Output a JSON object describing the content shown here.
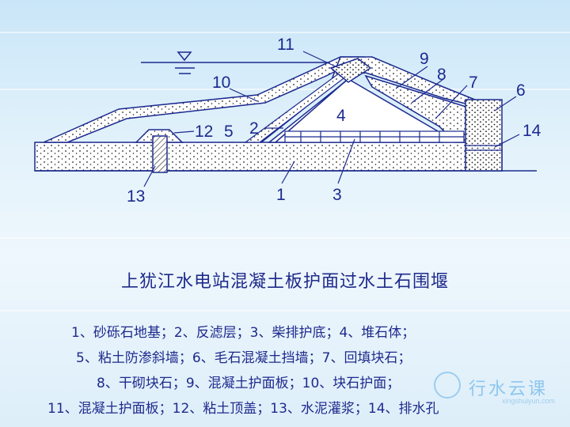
{
  "diagram": {
    "labels": {
      "l1": "1",
      "l2": "2",
      "l3": "3",
      "l4": "4",
      "l5": "5",
      "l6": "6",
      "l7": "7",
      "l8": "8",
      "l9": "9",
      "l10": "10",
      "l11": "11",
      "l12": "12",
      "l13": "13",
      "l14": "14"
    }
  },
  "title": "上犹江水电站混凝土板护面过水土石围堰",
  "legend": [
    "1、砂砾石地基；2、反滤层；3、柴排护底；4、堆石体；",
    "5、粘土防渗斜墙；6、毛石混凝土挡墙；7、回填块石；",
    "8、干砌块石；9、混凝土护面板；10、块石护面；",
    "11、混凝土护面板；12、粘土顶盖；13、水泥灌浆；14、排水孔"
  ],
  "watermark": {
    "text": "行水云课",
    "url": "xingshuiyun.com"
  },
  "colors": {
    "line": "#1b2a8f",
    "text": "#1f2a8c",
    "fill": "#ffffff",
    "dots": "#222222"
  }
}
